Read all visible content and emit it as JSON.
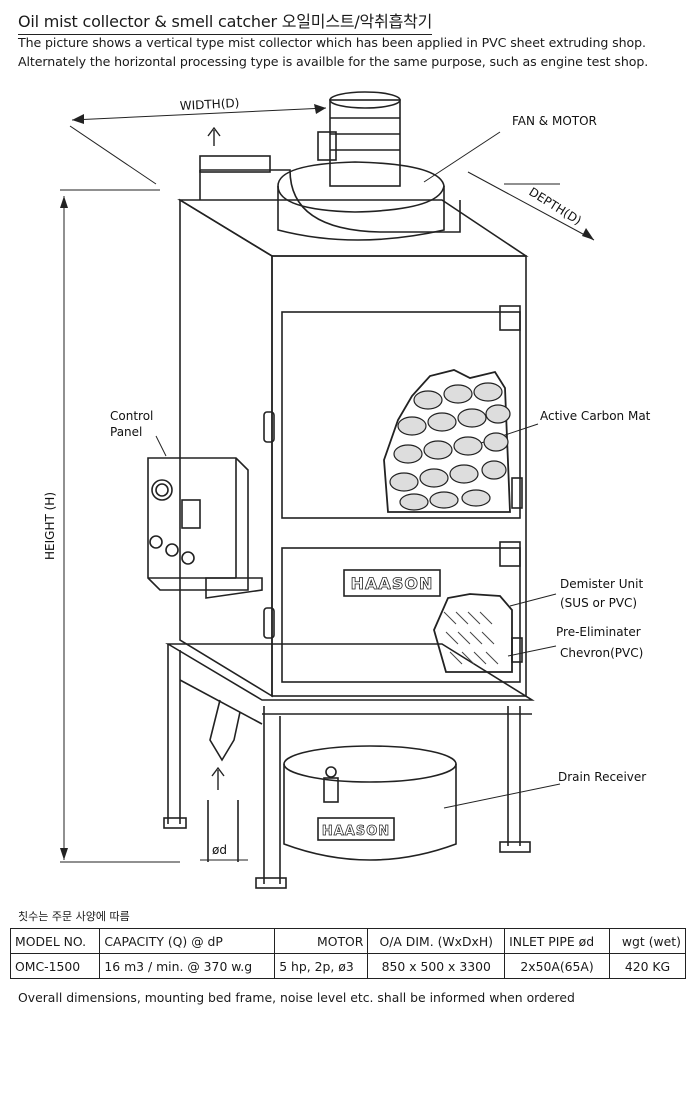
{
  "title": "Oil mist collector & smell catcher 오일미스트/악취흡착기",
  "description": [
    "The picture shows a vertical type mist collector which has been applied in PVC sheet extruding shop.",
    "Alternately the horizontal processing type is availble for the same purpose, such as engine test shop."
  ],
  "drawing": {
    "width_label": "WIDTH(D)",
    "depth_label": "DEPTH(D)",
    "height_label": "HEIGHT (H)",
    "fan_motor_label": "FAN & MOTOR",
    "control_panel_label": [
      "Control",
      "Panel"
    ],
    "active_carbon_label": "Active Carbon Mat",
    "demister_label": [
      "Demister Unit",
      "(SUS or PVC)"
    ],
    "pre_eliminater_label": [
      "Pre-Eliminater",
      "Chevron(PVC)"
    ],
    "drain_receiver_label": "Drain Receiver",
    "brand": "HAASON",
    "inlet_dim_label": "ød"
  },
  "note": "칫수는 주문 사양에 따름",
  "spec_table": {
    "headers": [
      "MODEL NO.",
      "CAPACITY (Q) @ dP",
      "MOTOR",
      "O/A DIM. (WxDxH)",
      "INLET PIPE ød",
      "wgt (wet)"
    ],
    "rows": [
      [
        "OMC-1500",
        "16 m3 / min. @ 370 w.g",
        "5 hp, 2p, ø3",
        "850 x 500 x 3300",
        "2x50A(65A)",
        "420 KG"
      ]
    ]
  },
  "footer": "Overall dimensions, mounting bed frame, noise level etc. shall be informed when ordered"
}
